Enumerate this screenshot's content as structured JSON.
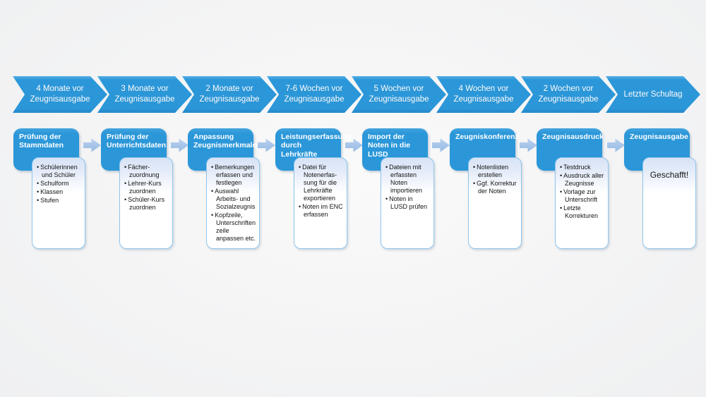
{
  "colors": {
    "accent_blue": "#2b97d9",
    "flow_arrow_blue": "#a3c3e8",
    "bullet_box_border": "#8fc6ee",
    "bullet_box_tint": "#d7e3f5",
    "background_gray": "#f4f4f5",
    "text_on_blue": "#ffffff",
    "body_text": "#141414"
  },
  "stages": [
    {
      "timeline": "4 Monate vor\nZeugnisausgabe",
      "title": "Prüfung der Stammdaten",
      "bullets": [
        "Schülerinnen und Schüler",
        "Schulform",
        "Klassen",
        "Stufen"
      ],
      "note": ""
    },
    {
      "timeline": "3 Monate vor\nZeugnisausgabe",
      "title": "Prüfung der Unterrichtsdaten",
      "bullets": [
        "Fächer-zuordnung",
        "Lehrer-Kurs zuordnen",
        "Schüler-Kurs zuordnen"
      ],
      "note": ""
    },
    {
      "timeline": "2 Monate vor\nZeugnisausgabe",
      "title": "Anpassung Zeugnismerkmale",
      "bullets": [
        "Bemerkungen erfassen und festlegen",
        "Auswahl Arbeits- und Sozialzeugnis",
        "Kopfzeile, Unterschriften zeile anpassen etc."
      ],
      "note": ""
    },
    {
      "timeline": "7-6 Wochen vor\nZeugnisausgabe",
      "title": "Leistungserfassung durch Lehrkräfte",
      "bullets": [
        "Datei für Notenerfas- sung für die Lehrkräfte exportieren",
        "Noten im ENC erfassen"
      ],
      "note": ""
    },
    {
      "timeline": "5 Wochen vor\nZeugnisausgabe",
      "title": "Import der Noten in die LUSD",
      "bullets": [
        "Dateien mit erfassten Noten importieren",
        "Noten in LUSD prüfen"
      ],
      "note": ""
    },
    {
      "timeline": "4 Wochen vor\nZeugnisausgabe",
      "title": "Zeugniskonferenz",
      "bullets": [
        "Notenlisten erstellen",
        "Ggf. Korrektur der Noten"
      ],
      "note": ""
    },
    {
      "timeline": "2 Wochen vor\nZeugnisausgabe",
      "title": "Zeugnisausdruck",
      "bullets": [
        "Testdruck",
        "Ausdruck aller Zeugnisse",
        "Vorlage zur Unterschrift",
        "Letzte Korrekturen"
      ],
      "note": ""
    },
    {
      "timeline": "Letzter Schultag",
      "title": "Zeugnisausgabe",
      "bullets": [],
      "note": "Geschafft!"
    }
  ]
}
